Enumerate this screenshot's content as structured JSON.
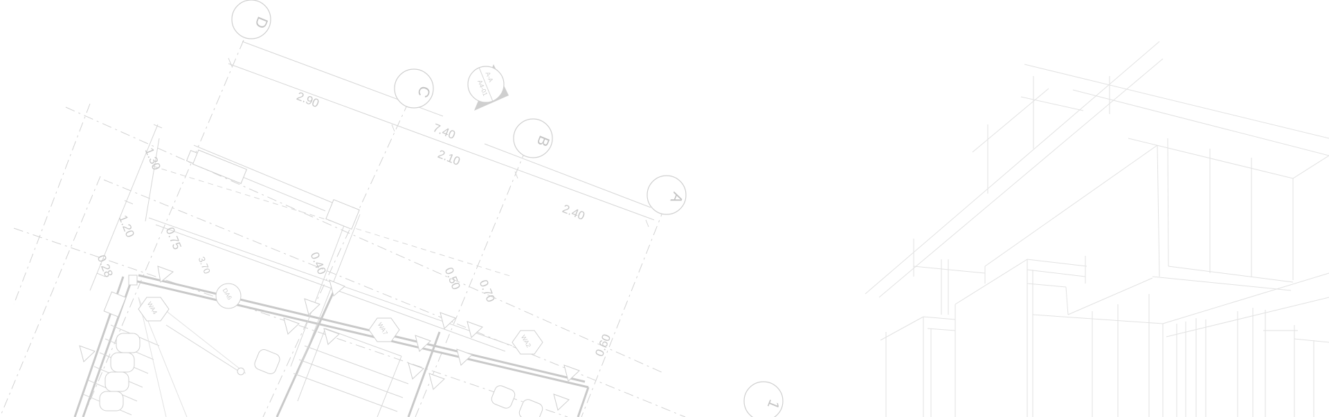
{
  "drawing": {
    "grid_labels": [
      "D",
      "C",
      "B",
      "A",
      "1"
    ],
    "dimensions": [
      "2.90",
      "7.40",
      "2.10",
      "2.40",
      "1.30",
      "1.20",
      "0.75",
      "0.40",
      "0.50",
      "0.70",
      "0.60",
      "0.28",
      "3.70"
    ],
    "section_marker": {
      "label": "A-A",
      "ref": "A4-01"
    },
    "tags": [
      "WA4",
      "WA7",
      "WA2",
      "DA6"
    ],
    "colors": {
      "line": "#d6d6d6",
      "background": "#ffffff"
    }
  }
}
